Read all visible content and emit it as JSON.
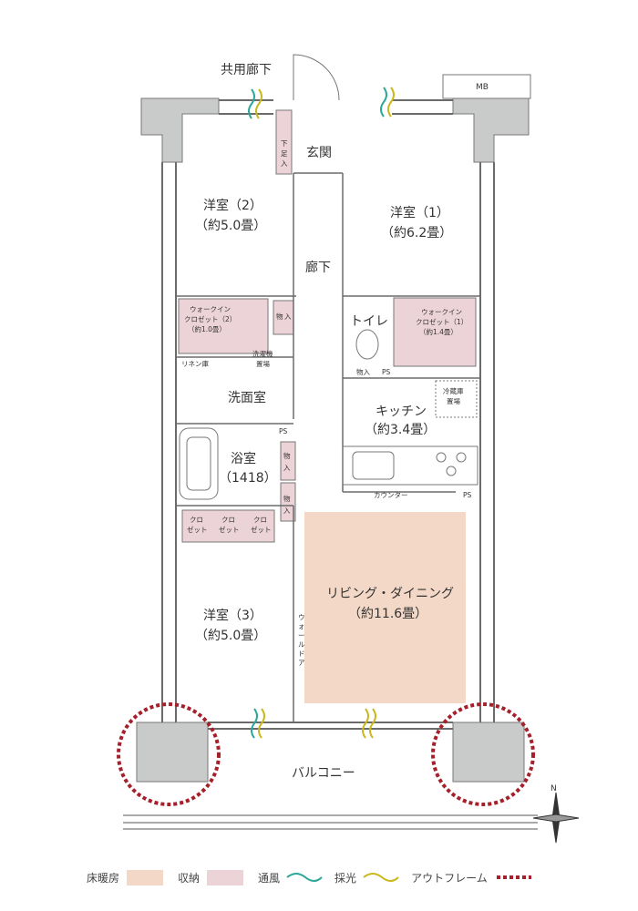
{
  "labels": {
    "corridor_common": "共用廊下",
    "mb": "MB",
    "geta_1": "下",
    "geta_2": "足",
    "geta_3": "入",
    "entrance": "玄関",
    "room2_name": "洋室（2）",
    "room2_size": "（約5.0畳）",
    "room1_name": "洋室（1）",
    "room1_size": "（約6.2畳）",
    "hallway": "廊下",
    "wic2_1": "ウォークイン",
    "wic2_2": "クロゼット（2）",
    "wic2_3": "（約1.0畳）",
    "storage_1a": "物",
    "storage_1b": "入",
    "toilet": "トイレ",
    "wic1_1": "ウォークイン",
    "wic1_2": "クロゼット（1）",
    "wic1_3": "（約1.4畳）",
    "linen": "リネン庫",
    "washer_1": "洗濯機",
    "washer_2": "置場",
    "ps_toilet": "PS",
    "toilet_store": "物入",
    "fridge_1": "冷蔵庫",
    "fridge_2": "置場",
    "washroom": "洗面室",
    "kitchen_name": "キッチン",
    "kitchen_size": "（約3.4畳）",
    "ps_bath": "PS",
    "bath_name": "浴室",
    "bath_size": "（1418）",
    "storage_2a": "物",
    "storage_2b": "入",
    "storage_3a": "物",
    "storage_3b": "入",
    "counter": "カウンター",
    "ps_counter": "PS",
    "closet_a1": "クロ",
    "closet_a2": "ゼット",
    "closet_b1": "クロ",
    "closet_b2": "ゼット",
    "closet_c1": "クロ",
    "closet_c2": "ゼット",
    "living_name": "リビング・ダイニング",
    "living_size": "（約11.6畳）",
    "room3_name": "洋室（3）",
    "room3_size": "（約5.0畳）",
    "wall_door_1": "ウ",
    "wall_door_2": "ォ",
    "wall_door_3": "ー",
    "wall_door_4": "ル",
    "wall_door_5": "ド",
    "wall_door_6": "ア",
    "balcony": "バルコニー",
    "north": "N"
  },
  "legend": {
    "floor_heating": "床暖房",
    "storage": "収納",
    "ventilation": "通風",
    "daylight": "採光",
    "outframe": "アウトフレーム"
  },
  "colors": {
    "floor_heating": "#f3d8c7",
    "storage": "#ecd3d8",
    "pillar": "#c9cbca",
    "ventilation": "#2aa796",
    "daylight": "#c9b81a",
    "outframe": "#a6202c",
    "wall": "#6b6b6b"
  },
  "icons": {
    "compass": "north-compass-icon",
    "ventilation": "wave-icon",
    "daylight": "wave-icon"
  }
}
